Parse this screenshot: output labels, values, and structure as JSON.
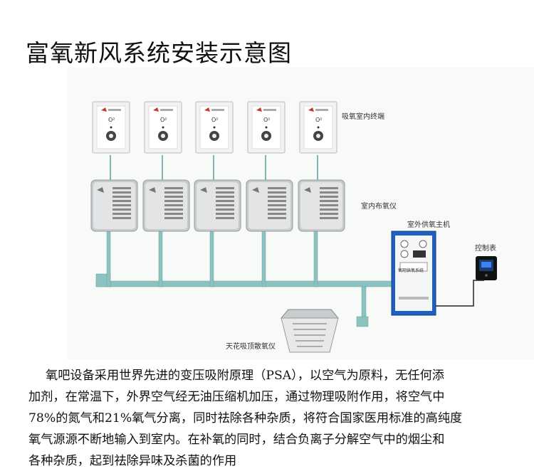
{
  "title": "富氧新风系统安装示意图",
  "labels": {
    "terminal": "吸氧室内终端",
    "indoor_unit": "室内布氧仪",
    "outdoor_host": "室外供氧主机",
    "control_panel": "控制表",
    "ceiling_diffuser": "天花吸顶散氧仪"
  },
  "host_panel_text": "氧吧供氧系统",
  "paragraph": [
    "氧吧设备采用世界先进的变压吸附原理（PSA），以空气为原料，无任何添",
    "加剂，在常温下，外界空气经无油压缩机加压，通过物理吸附作用，将空气中",
    "78%的氮气和21%氧气分离，同时祛除各种杂质，将符合国家医用标准的高纯度",
    "氧气源源不断地输入到室内。在补氧的同时，结合负离子分解空气中的烟尘和",
    "各种杂质，起到祛除异味及杀菌的作用"
  ],
  "colors": {
    "pipe": "#7fb5b5",
    "cabinet": "#1f5fc0",
    "unit": "#c9cccf"
  }
}
